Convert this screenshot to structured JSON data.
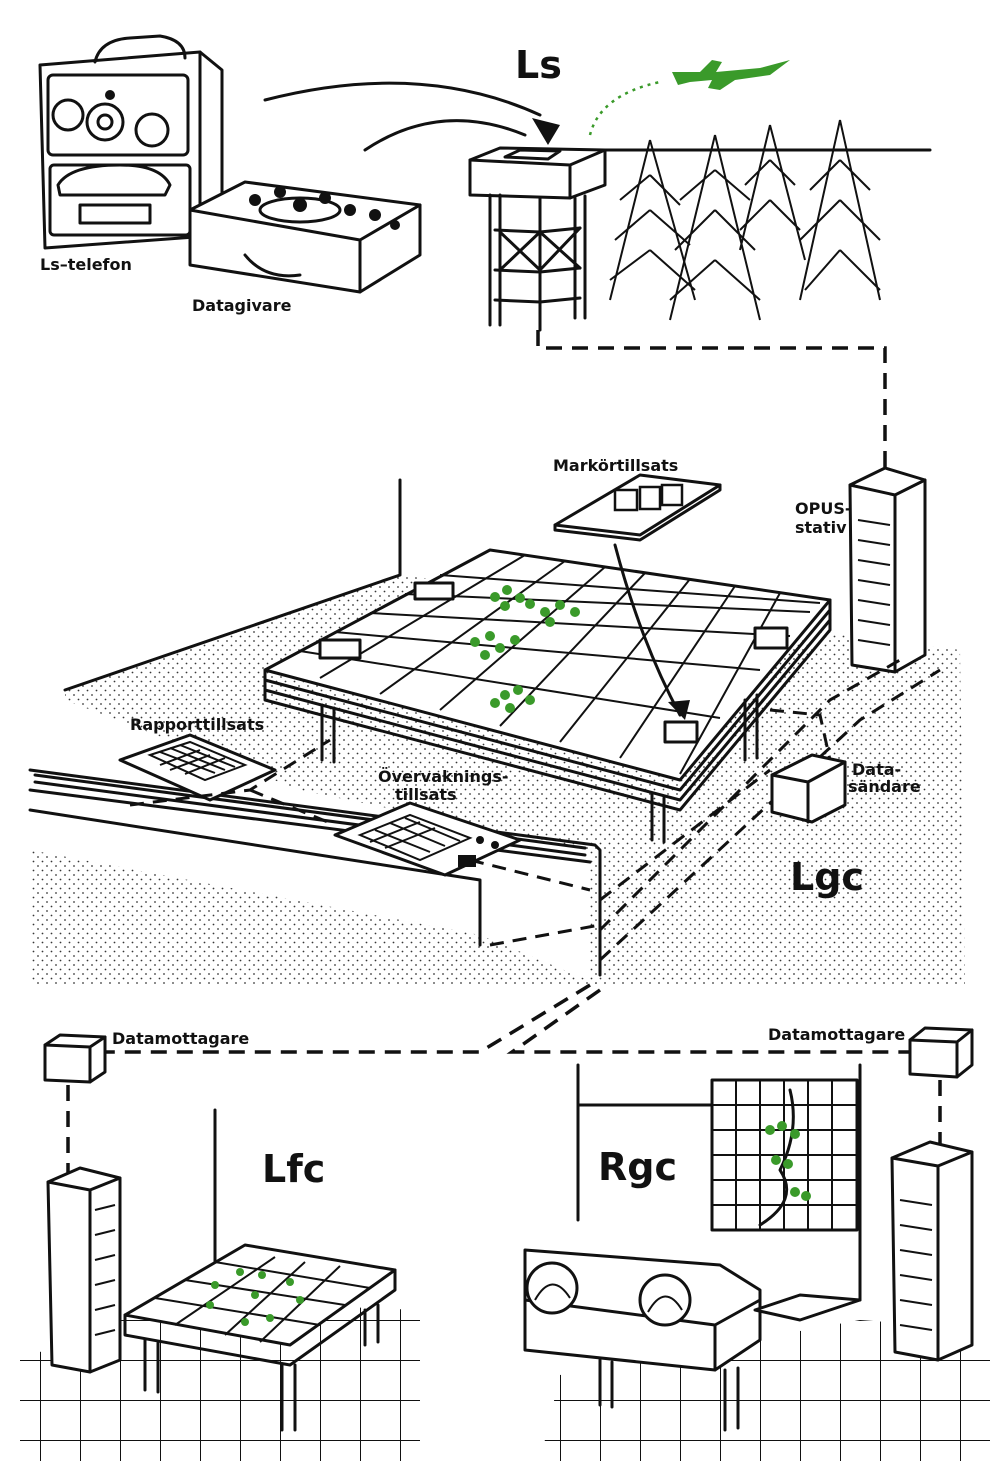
{
  "labels": {
    "ls_title": "Ls",
    "ls_telefon": "Ls–telefon",
    "datagivare": "Datagivare",
    "markortillsats": "Markörtillsats",
    "opus_1": "OPUS-",
    "opus_2": "stativ",
    "rapporttillsats": "Rapporttillsats",
    "overvaknings_1": "Övervaknings-",
    "overvaknings_2": "tillsats",
    "datasandare_1": "Data-",
    "datasandare_2": "sändare",
    "lgc": "Lgc",
    "datamottagare_left": "Datamottagare",
    "datamottagare_right": "Datamottagare",
    "lfc": "Lfc",
    "rgc": "Rgc"
  },
  "colors": {
    "ink": "#111111",
    "accent_green": "#3a9a2a",
    "background": "#ffffff"
  },
  "icons": [
    "field-telephone-icon",
    "data-encoder-case-icon",
    "watch-tower-icon",
    "jet-aircraft-icon",
    "forest-icon",
    "plotting-table-icon",
    "equipment-rack-icon",
    "data-box-icon",
    "keyboard-panel-icon",
    "radar-console-icon",
    "wall-map-icon"
  ]
}
